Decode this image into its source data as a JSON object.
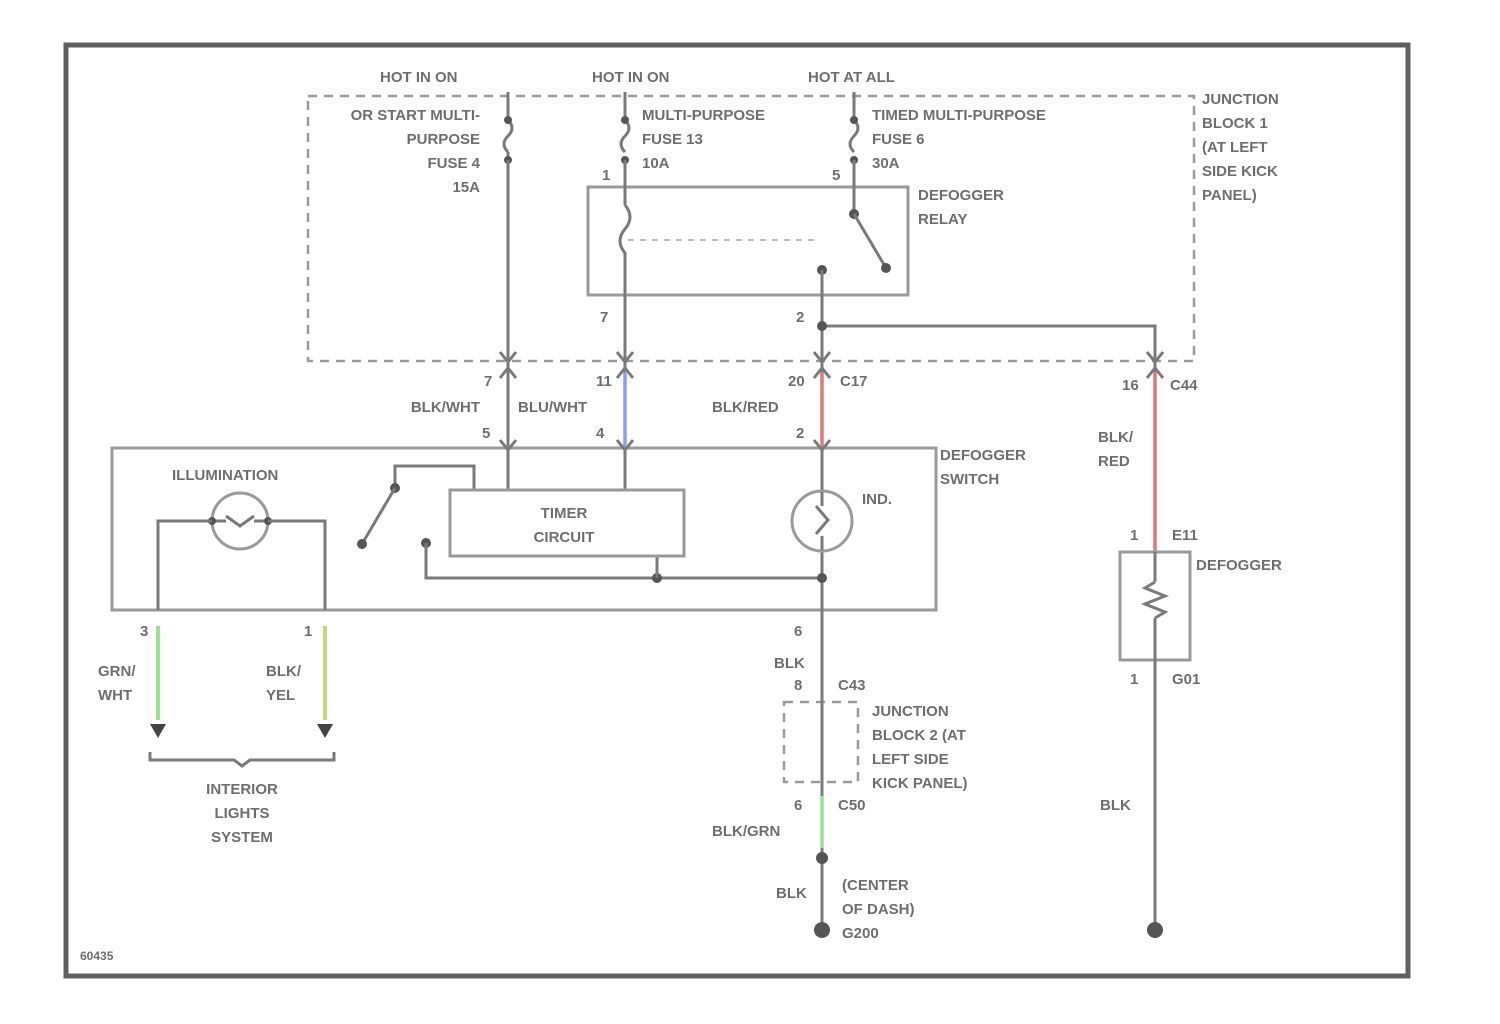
{
  "power_labels": {
    "hot_run_start": "HOT IN ON",
    "hot_run": "HOT IN ON",
    "hot_at_all": "HOT AT ALL"
  },
  "fuses": {
    "fuse4_lines": [
      "OR START MULTI-",
      "PURPOSE",
      "FUSE 4",
      "15A"
    ],
    "fuse13_lines": [
      "MULTI-PURPOSE",
      "FUSE 13",
      "10A"
    ],
    "fuse6_lines": [
      "TIMED MULTI-PURPOSE",
      "FUSE 6",
      "30A"
    ]
  },
  "junction_block_1_lines": [
    "JUNCTION",
    "BLOCK 1",
    "(AT LEFT",
    "SIDE KICK",
    "PANEL)"
  ],
  "relay": {
    "lines": [
      "DEFOGGER",
      "RELAY"
    ],
    "pin_left": "1",
    "pin_right": "5",
    "pin_bottom_left": "7",
    "pin_bottom_right": "2"
  },
  "connectors": {
    "c17_pins": [
      "7",
      "11",
      "20"
    ],
    "c17_label": "C17",
    "c44_pin": "16",
    "c44_label": "C44"
  },
  "wires": {
    "blk_wht": "BLK/WHT",
    "blu_wht": "BLU/WHT",
    "blk_red": "BLK/RED",
    "blk_red_right_lines": [
      "BLK/",
      "RED"
    ],
    "grn_wht_lines": [
      "GRN/",
      "WHT"
    ],
    "blk_yel_lines": [
      "BLK/",
      "YEL"
    ],
    "blk_lower": "BLK",
    "blk_grn": "BLK/GRN",
    "blk_ground": "BLK",
    "blk_right_lower": "BLK"
  },
  "switch": {
    "lines": [
      "DEFOGGER",
      "SWITCH"
    ],
    "illumination": "ILLUMINATION",
    "timer_lines": [
      "TIMER",
      "CIRCUIT"
    ],
    "ind": "IND.",
    "pins_top": [
      "5",
      "4",
      "2"
    ],
    "pins_bottom": [
      "3",
      "1",
      "6"
    ]
  },
  "defogger": {
    "label": "DEFOGGER",
    "pin_top": "1",
    "connector_top": "E11",
    "pin_bottom": "1",
    "connector_bottom": "G01"
  },
  "junction_block_2": {
    "lines": [
      "JUNCTION",
      "BLOCK 2 (AT",
      "LEFT SIDE",
      "KICK PANEL)"
    ],
    "pin_top": "8",
    "connector_top": "C43",
    "pin_bottom": "6",
    "connector_bottom": "C50"
  },
  "interior_lights_lines": [
    "INTERIOR",
    "LIGHTS",
    "SYSTEM"
  ],
  "ground_label_lines": [
    "(CENTER",
    "OF DASH)",
    "G200"
  ],
  "figure_id": "60435",
  "colors": {
    "frame": "#5f5f5f",
    "wire": "#7a7a7a",
    "blue_wire": "#8f9cf0",
    "red_wire": "#e07878",
    "green_wire": "#9be08e"
  }
}
